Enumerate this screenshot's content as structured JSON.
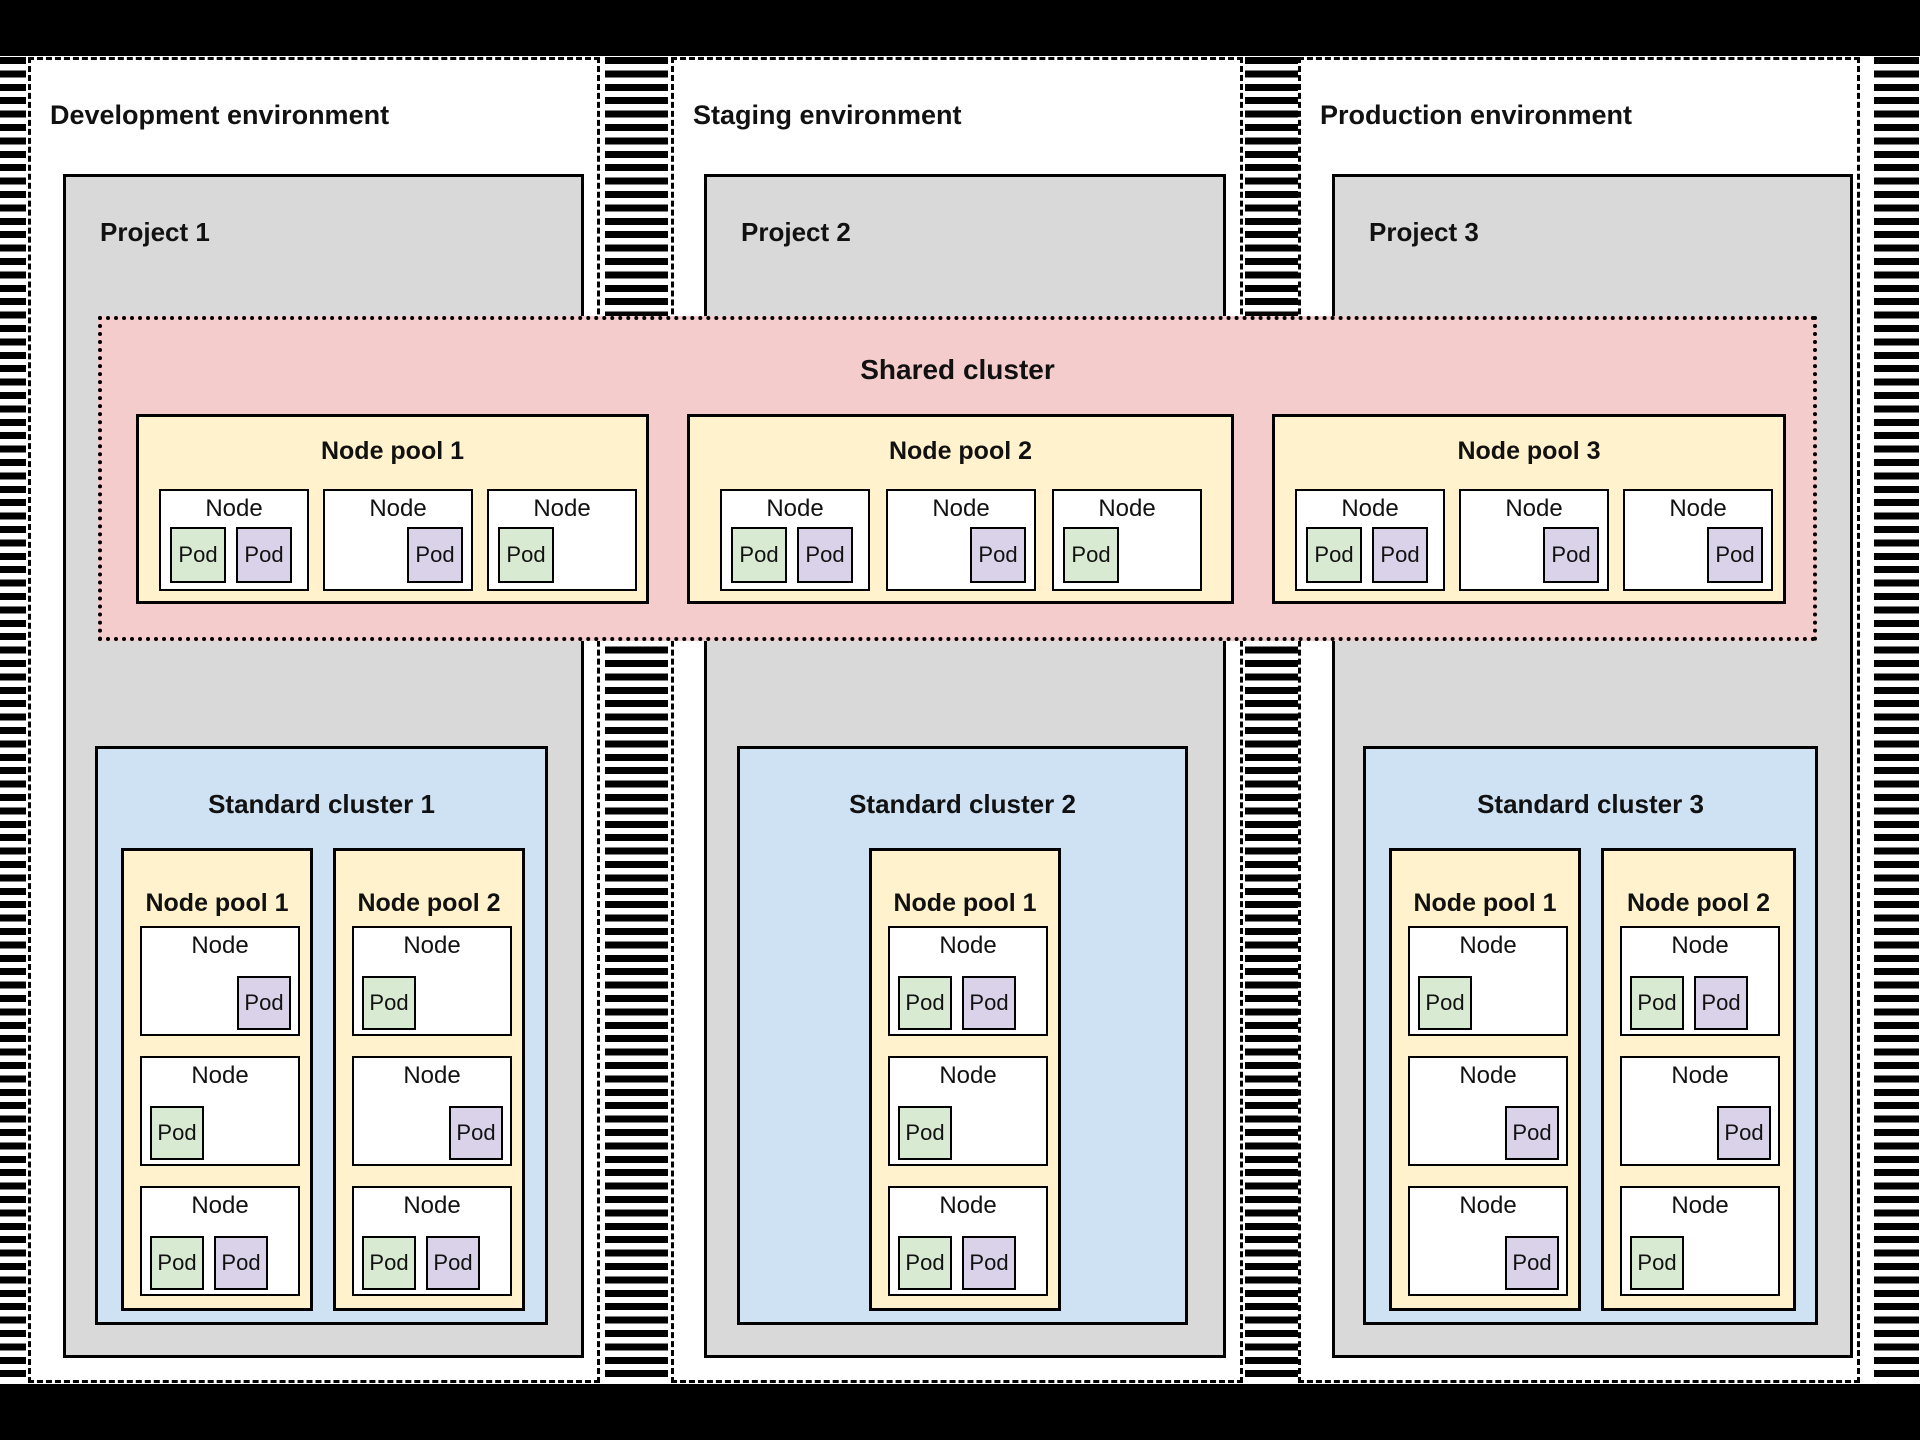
{
  "colors": {
    "page_border": "#000000",
    "background": "#ffffff",
    "project_fill": "#d9d9d9",
    "shared_cluster_fill": "#f4cccc",
    "node_pool_fill": "#fff2cc",
    "standard_cluster_fill": "#cfe2f3",
    "node_fill": "#ffffff",
    "pod_green": "#d9ead3",
    "pod_purple": "#d9d2e9",
    "line": "#000000"
  },
  "shared_cluster": {
    "title": "Shared cluster",
    "node_pools": [
      {
        "title": "Node pool 1",
        "nodes": [
          {
            "label": "Node",
            "pod_layout": "pair",
            "pods": [
              {
                "label": "Pod",
                "color": "green"
              },
              {
                "label": "Pod",
                "color": "purple"
              }
            ]
          },
          {
            "label": "Node",
            "pod_layout": "right",
            "pods": [
              {
                "label": "Pod",
                "color": "purple"
              }
            ]
          },
          {
            "label": "Node",
            "pod_layout": "left",
            "pods": [
              {
                "label": "Pod",
                "color": "green"
              }
            ]
          }
        ]
      },
      {
        "title": "Node pool 2",
        "nodes": [
          {
            "label": "Node",
            "pod_layout": "pair",
            "pods": [
              {
                "label": "Pod",
                "color": "green"
              },
              {
                "label": "Pod",
                "color": "purple"
              }
            ]
          },
          {
            "label": "Node",
            "pod_layout": "right",
            "pods": [
              {
                "label": "Pod",
                "color": "purple"
              }
            ]
          },
          {
            "label": "Node",
            "pod_layout": "left",
            "pods": [
              {
                "label": "Pod",
                "color": "green"
              }
            ]
          }
        ]
      },
      {
        "title": "Node pool 3",
        "nodes": [
          {
            "label": "Node",
            "pod_layout": "pair",
            "pods": [
              {
                "label": "Pod",
                "color": "green"
              },
              {
                "label": "Pod",
                "color": "purple"
              }
            ]
          },
          {
            "label": "Node",
            "pod_layout": "right",
            "pods": [
              {
                "label": "Pod",
                "color": "purple"
              }
            ]
          },
          {
            "label": "Node",
            "pod_layout": "right",
            "pods": [
              {
                "label": "Pod",
                "color": "purple"
              }
            ]
          }
        ]
      }
    ]
  },
  "environments": [
    {
      "title": "Development environment",
      "project": {
        "title": "Project 1",
        "cluster": {
          "title": "Standard cluster 1",
          "node_pools": [
            {
              "title": "Node pool 1",
              "nodes": [
                {
                  "label": "Node",
                  "pod_layout": "right",
                  "pods": [
                    {
                      "label": "Pod",
                      "color": "purple"
                    }
                  ]
                },
                {
                  "label": "Node",
                  "pod_layout": "left",
                  "pods": [
                    {
                      "label": "Pod",
                      "color": "green"
                    }
                  ]
                },
                {
                  "label": "Node",
                  "pod_layout": "pair",
                  "pods": [
                    {
                      "label": "Pod",
                      "color": "green"
                    },
                    {
                      "label": "Pod",
                      "color": "purple"
                    }
                  ]
                }
              ]
            },
            {
              "title": "Node pool 2",
              "nodes": [
                {
                  "label": "Node",
                  "pod_layout": "left",
                  "pods": [
                    {
                      "label": "Pod",
                      "color": "green"
                    }
                  ]
                },
                {
                  "label": "Node",
                  "pod_layout": "right",
                  "pods": [
                    {
                      "label": "Pod",
                      "color": "purple"
                    }
                  ]
                },
                {
                  "label": "Node",
                  "pod_layout": "pair",
                  "pods": [
                    {
                      "label": "Pod",
                      "color": "green"
                    },
                    {
                      "label": "Pod",
                      "color": "purple"
                    }
                  ]
                }
              ]
            }
          ]
        }
      }
    },
    {
      "title": "Staging environment",
      "project": {
        "title": "Project 2",
        "cluster": {
          "title": "Standard cluster 2",
          "node_pools": [
            {
              "title": "Node pool 1",
              "nodes": [
                {
                  "label": "Node",
                  "pod_layout": "pair",
                  "pods": [
                    {
                      "label": "Pod",
                      "color": "green"
                    },
                    {
                      "label": "Pod",
                      "color": "purple"
                    }
                  ]
                },
                {
                  "label": "Node",
                  "pod_layout": "left",
                  "pods": [
                    {
                      "label": "Pod",
                      "color": "green"
                    }
                  ]
                },
                {
                  "label": "Node",
                  "pod_layout": "pair",
                  "pods": [
                    {
                      "label": "Pod",
                      "color": "green"
                    },
                    {
                      "label": "Pod",
                      "color": "purple"
                    }
                  ]
                }
              ]
            }
          ]
        }
      }
    },
    {
      "title": "Production environment",
      "project": {
        "title": "Project 3",
        "cluster": {
          "title": "Standard cluster 3",
          "node_pools": [
            {
              "title": "Node pool 1",
              "nodes": [
                {
                  "label": "Node",
                  "pod_layout": "left",
                  "pods": [
                    {
                      "label": "Pod",
                      "color": "green"
                    }
                  ]
                },
                {
                  "label": "Node",
                  "pod_layout": "right",
                  "pods": [
                    {
                      "label": "Pod",
                      "color": "purple"
                    }
                  ]
                },
                {
                  "label": "Node",
                  "pod_layout": "right",
                  "pods": [
                    {
                      "label": "Pod",
                      "color": "purple"
                    }
                  ]
                }
              ]
            },
            {
              "title": "Node pool 2",
              "nodes": [
                {
                  "label": "Node",
                  "pod_layout": "pair",
                  "pods": [
                    {
                      "label": "Pod",
                      "color": "green"
                    },
                    {
                      "label": "Pod",
                      "color": "purple"
                    }
                  ]
                },
                {
                  "label": "Node",
                  "pod_layout": "right",
                  "pods": [
                    {
                      "label": "Pod",
                      "color": "purple"
                    }
                  ]
                },
                {
                  "label": "Node",
                  "pod_layout": "left",
                  "pods": [
                    {
                      "label": "Pod",
                      "color": "green"
                    }
                  ]
                }
              ]
            }
          ]
        }
      }
    }
  ]
}
